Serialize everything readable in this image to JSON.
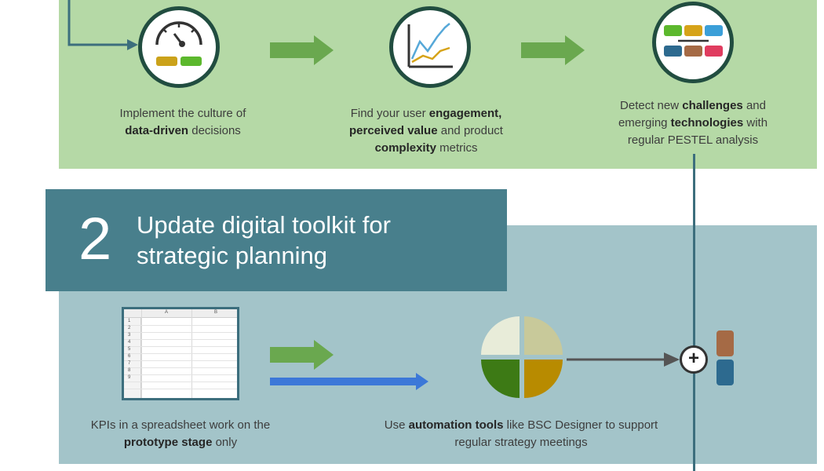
{
  "section1": {
    "steps": [
      {
        "icon": "gauge-icon",
        "caption": {
          "before": "Implement the culture of ",
          "strong1": "data-driven",
          "after": " decisions"
        }
      },
      {
        "icon": "line-chart-icon",
        "caption": {
          "line1a": "Find your user ",
          "strong1": "engagement,",
          "strong2": "perceived value",
          "line2b": " and product",
          "strong3": "complexity",
          "line3b": " metrics"
        }
      },
      {
        "icon": "pestel-blocks-icon",
        "caption": {
          "line1a": "Detect new ",
          "strong1": "challenges",
          "line1b": " and",
          "line2a": "emerging ",
          "strong2": "technologies",
          "line2b": " with",
          "line3": "regular PESTEL analysis"
        }
      }
    ]
  },
  "section2": {
    "number": "2",
    "title_line1": "Update digital toolkit for",
    "title_line2": "strategic planning",
    "spreadsheet": {
      "columns": [
        "A",
        "B"
      ],
      "rows": [
        "1",
        "2",
        "3",
        "4",
        "5",
        "6",
        "7",
        "8",
        "9"
      ]
    },
    "caption_left": {
      "line1": "KPIs in a spreadsheet work on the",
      "strong1": "prototype stage",
      "line2b": " only"
    },
    "caption_right": {
      "line1a": "Use ",
      "strong1": "automation tools",
      "line1b": " like BSC Designer to support",
      "line2": "regular strategy meetings"
    },
    "plus_symbol": "+"
  },
  "colors": {
    "green_panel": "#b5d9a6",
    "blue_panel": "#a3c4c9",
    "header_band": "#487f8c",
    "arrow_green": "#6aa84f",
    "arrow_blue": "#3c78d8",
    "circle_border": "#214d40"
  }
}
